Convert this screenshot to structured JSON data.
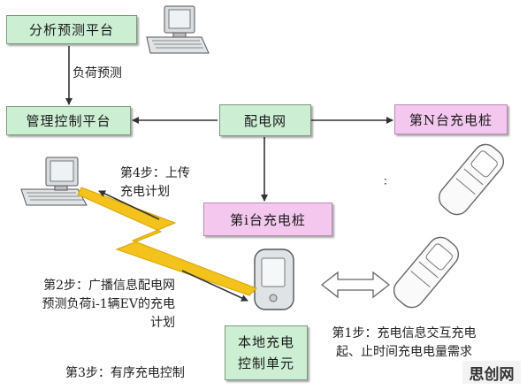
{
  "nodes": {
    "analysis_platform": "分析预测平台",
    "management_platform": "管理控制平台",
    "distribution_network": "配电网",
    "pile_n": "第N台充电桩",
    "pile_i": "第i台充电桩",
    "local_unit": "本地充电控制单元"
  },
  "edges": {
    "load_forecast": "负荷预测",
    "step4": "第4步：上传充电计划",
    "step2": "第2步：广播信息配电网预测负荷i-1辆EV的充电计划",
    "step3": "第3步：有序充电控制",
    "step1": "第1步：充电信息交互充电起、止时间充电电量需求"
  },
  "ellipsis": "∶",
  "watermark": "思创网",
  "colors": {
    "green_box": "#ccefd4",
    "pink_box": "#f4c8ee",
    "lightning": "#f3c21b",
    "arrow": "#333333"
  }
}
